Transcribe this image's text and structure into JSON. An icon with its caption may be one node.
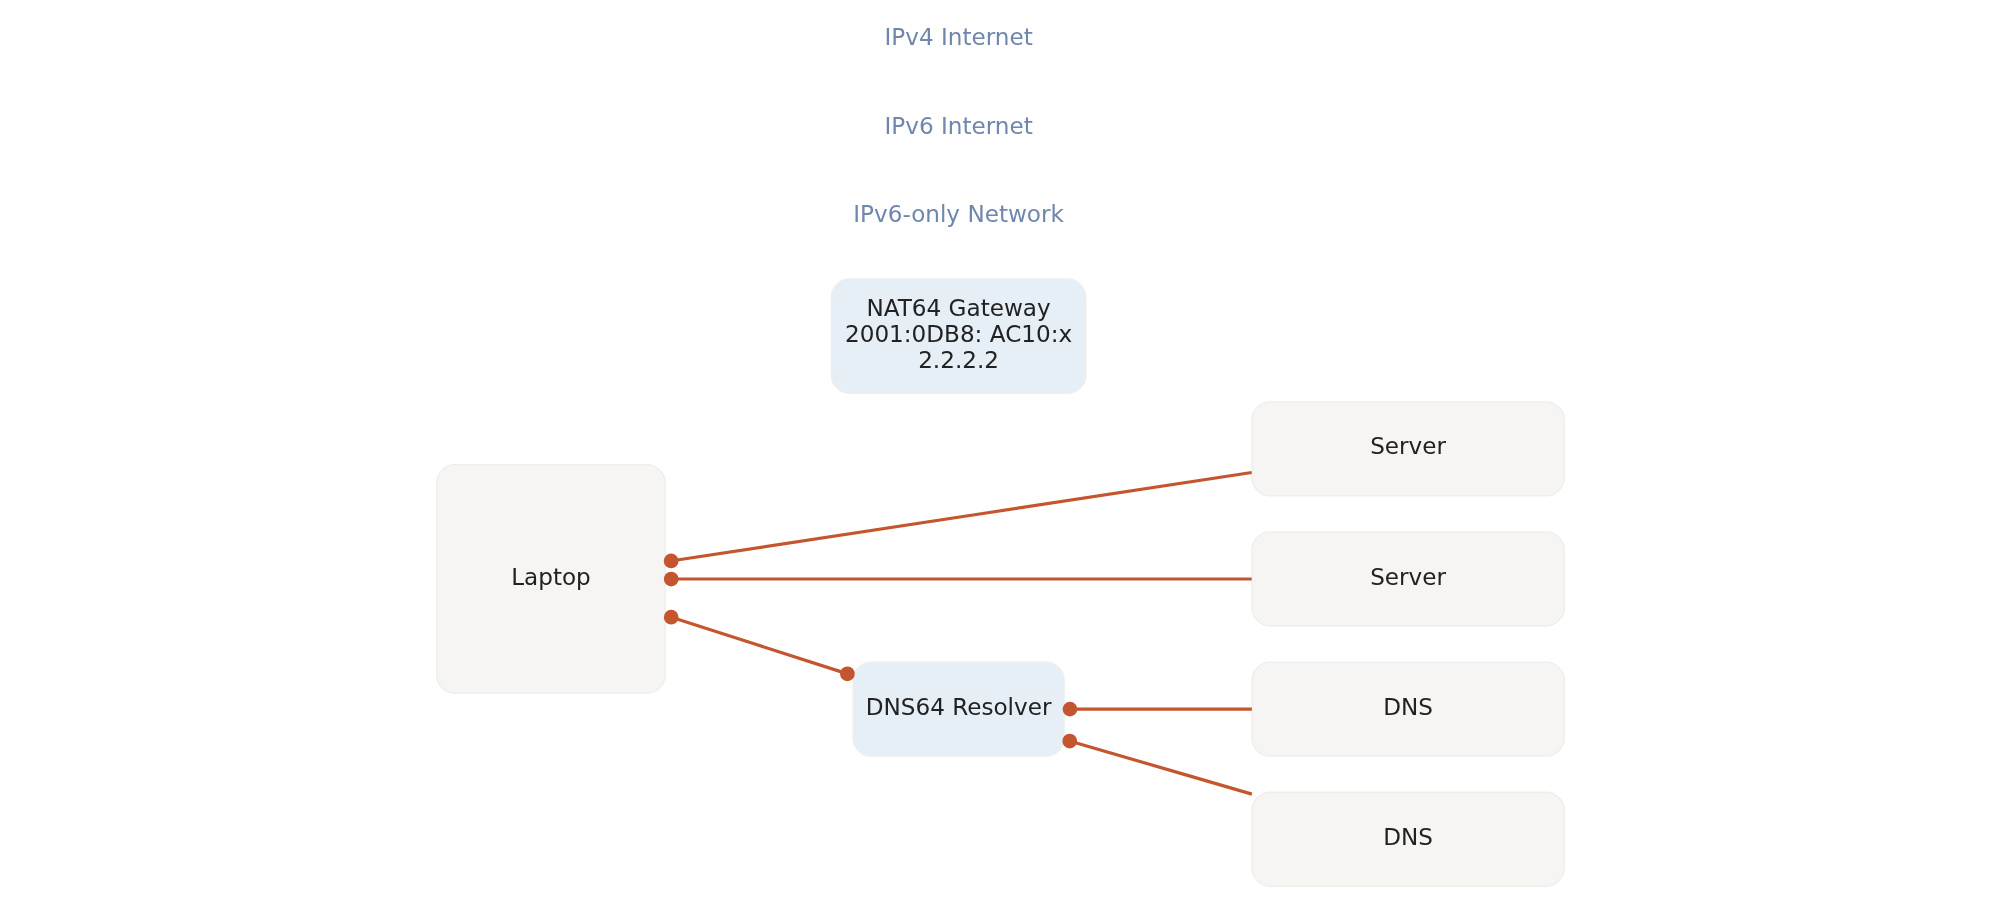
{
  "diagram": {
    "nodes": [
      {
        "text": [
          "Laptop"
        ]
      },
      {
        "text": [
          "Server"
        ]
      },
      {
        "text": [
          "DNS"
        ]
      },
      {
        "text": [
          "DNS"
        ]
      },
      {
        "text": [
          "Server"
        ]
      },
      {
        "text": [
          "DNS64 Resolver"
        ]
      },
      {
        "text": [
          "NAT64 Gateway",
          "2001:0DB8: AC10:x",
          "2.2.2.2"
        ]
      }
    ],
    "edges": [
      {
        "from": 0,
        "to": 1,
        "arrow": "other"
      },
      {
        "from": 0,
        "to": 5,
        "arrow": "other"
      },
      {
        "from": 5,
        "to": 2,
        "arrow": "other"
      },
      {
        "from": 5,
        "to": 3,
        "arrow": "other"
      },
      {
        "from": 0,
        "to": 4,
        "arrow": "other"
      }
    ],
    "labels": [
      "IPv6-only Network",
      "IPv6 Internet",
      "IPv4 Internet"
    ]
  }
}
